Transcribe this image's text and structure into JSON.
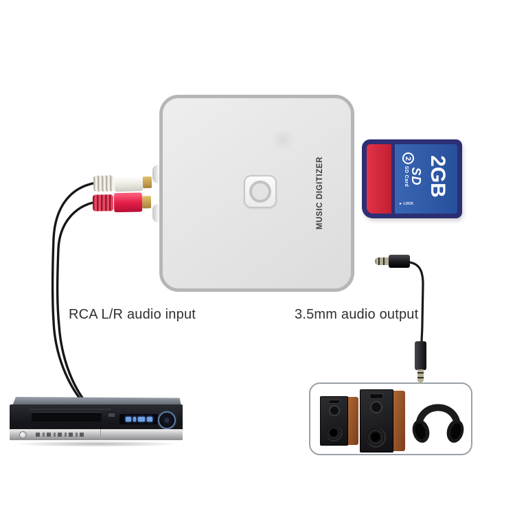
{
  "device": {
    "label": "MUSIC DIGITIZER",
    "face_color": "#e6e6e6",
    "border_color": "#b5b6b8"
  },
  "connections": {
    "rca_label": "RCA L/R audio input",
    "aux_label": "3.5mm audio output"
  },
  "sd_card": {
    "logo": "SD",
    "sublabel": "SD Card",
    "capacity": "2GB",
    "speed_class": "2",
    "lock_label": "► LOCK",
    "colors": {
      "shell": "#2c2f74",
      "face": "#2c56a6",
      "stripe": "#d22940"
    }
  },
  "cable_colors": {
    "rca_cable": "#17171a",
    "aux_cable": "#17171a"
  }
}
